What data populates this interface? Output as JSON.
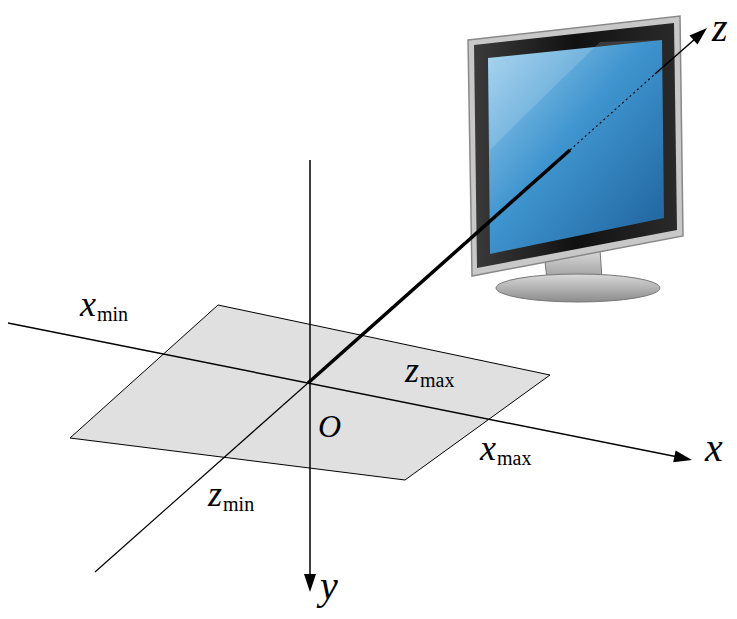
{
  "diagram": {
    "labels": [
      "z",
      "x",
      "y",
      "O",
      "x",
      "min",
      "z",
      "max",
      "x",
      "max",
      "z",
      "min"
    ]
  }
}
